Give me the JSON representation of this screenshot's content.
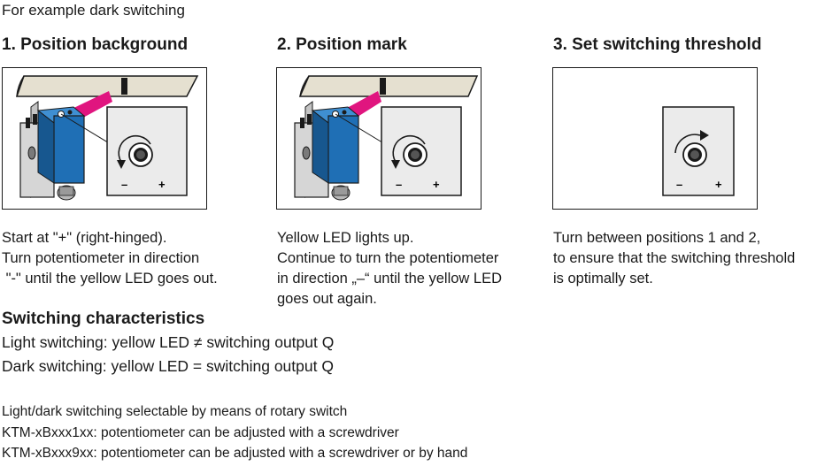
{
  "intro": "For example dark switching",
  "steps": [
    {
      "title": "1. Position background",
      "caption": [
        "Start at \"+\" (right-hinged).",
        "Turn potentiometer in direction",
        " \"-\" until the yellow LED goes out."
      ]
    },
    {
      "title": "2. Position mark",
      "caption": [
        "Yellow LED lights up.",
        "Continue to turn the potentiometer",
        "in direction „–“ until the yellow LED",
        "goes out again."
      ]
    },
    {
      "title": "3. Set switching threshold",
      "caption": [
        "Turn between positions 1 and 2,",
        "to ensure that the switching threshold",
        "is optimally set."
      ]
    }
  ],
  "dial": {
    "minus": "–",
    "plus": "+"
  },
  "colors": {
    "sensor": "#1f6fb5",
    "beam": "#e0157f",
    "strip": "#e5e0d0"
  },
  "characteristics": {
    "title": "Switching characteristics",
    "light": "Light switching: yellow LED ≠ switching output Q",
    "dark": "Dark switching: yellow LED = switching output Q"
  },
  "notes": [
    "Light/dark switching selectable by means of rotary switch",
    "KTM-xBxxx1xx: potentiometer can be adjusted with a screwdriver",
    "KTM-xBxxx9xx: potentiometer can be adjusted with a screwdriver or by hand"
  ]
}
